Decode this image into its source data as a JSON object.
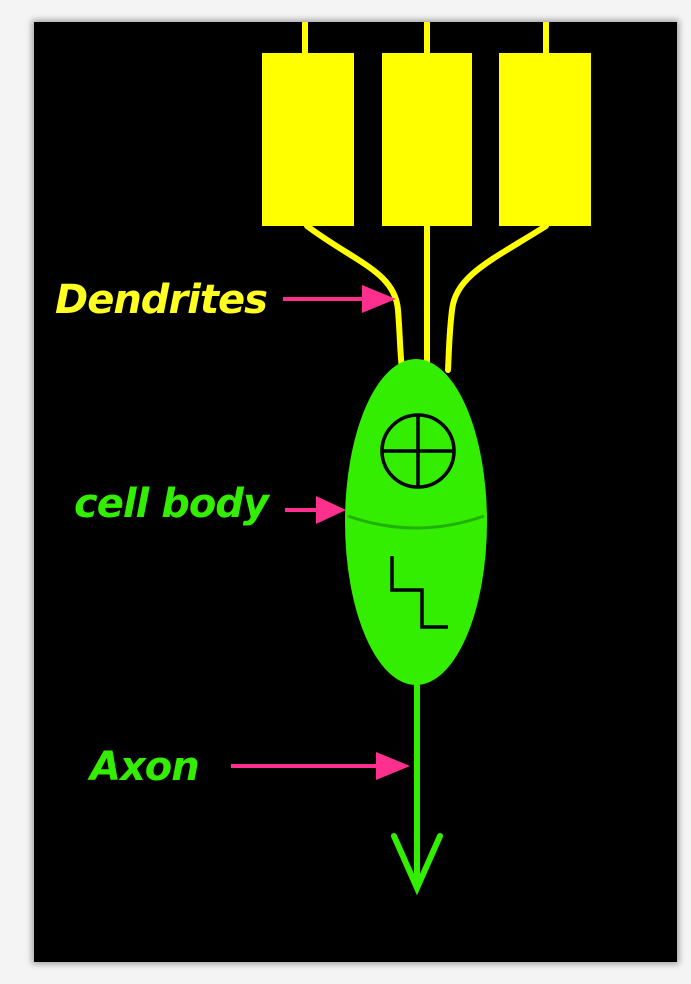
{
  "labels": {
    "dendrites": "Dendrites",
    "cell_body": "cell body",
    "axon": "Axon"
  },
  "symbols": {
    "upper_compartment": "circled-plus-icon",
    "lower_compartment": "step-function-icon"
  },
  "colors": {
    "background": "#000000",
    "dendrite": "#ffff00",
    "cell_body": "#33ee00",
    "arrow": "#ff2f8e",
    "symbol": "#000000"
  }
}
